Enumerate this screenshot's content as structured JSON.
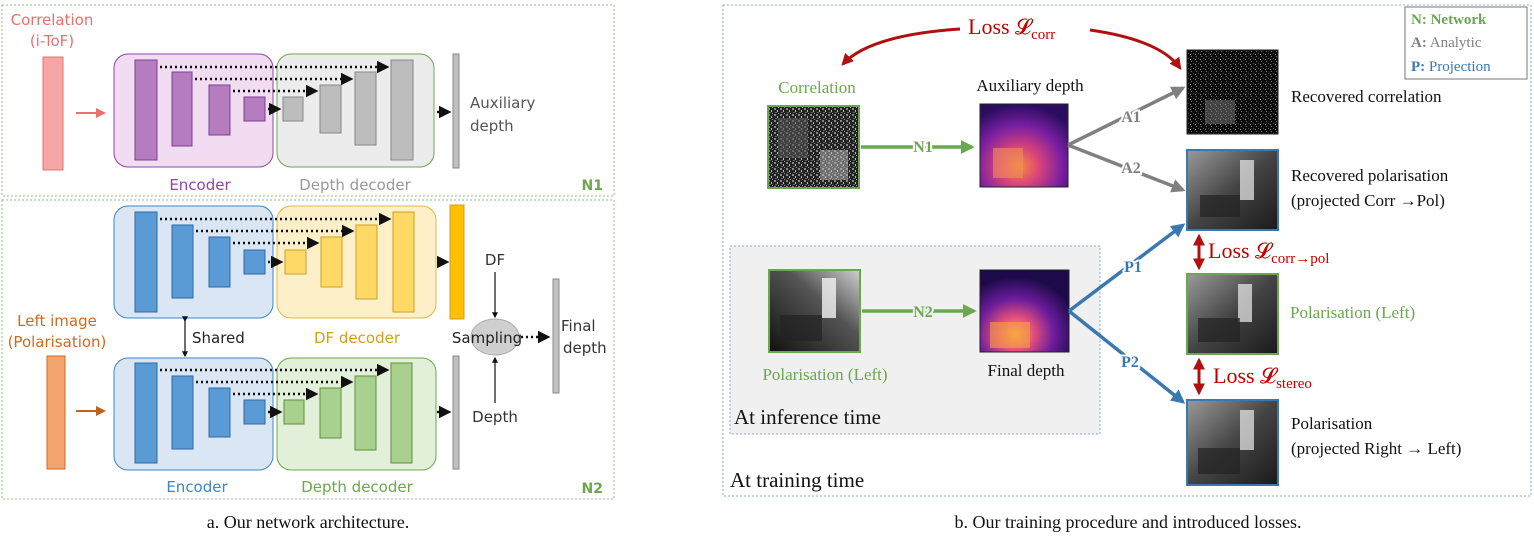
{
  "panel_a": {
    "caption": "a. Our network architecture.",
    "n1": {
      "input_label_1": "Correlation",
      "input_label_2": "(i-ToF)",
      "encoder_label": "Encoder",
      "decoder_label": "Depth decoder",
      "output_label_1": "Auxiliary",
      "output_label_2": "depth",
      "tag": "N1"
    },
    "n2": {
      "input_label_1": "Left image",
      "input_label_2": "(Polarisation)",
      "shared_label": "Shared",
      "df_decoder_label": "DF decoder",
      "encoder_label": "Encoder",
      "decoder_label": "Depth decoder",
      "df_label": "DF",
      "depth_label": "Depth",
      "sampling_label": "Sampling",
      "final_label_1": "Final",
      "final_label_2": "depth",
      "tag": "N2"
    }
  },
  "panel_b": {
    "caption": "b. Our training procedure and introduced losses.",
    "legend": {
      "network_key": "N:",
      "network_text": "Network",
      "analytic_key": "A:",
      "analytic_text": "Analytic",
      "projection_key": "P:",
      "projection_text": "Projection"
    },
    "loss_corr": "Loss 𝓛",
    "loss_corr_sub": "corr",
    "loss_corr_pol": "Loss 𝓛",
    "loss_corr_pol_sub": "corr→pol",
    "loss_stereo": "Loss 𝓛",
    "loss_stereo_sub": "stereo",
    "correlation_label": "Correlation",
    "aux_depth_label": "Auxiliary depth",
    "recovered_corr_label": "Recovered correlation",
    "recovered_pol_label_1": "Recovered polarisation",
    "recovered_pol_label_2": "(projected Corr →Pol)",
    "pol_left_label_right": "Polarisation (Left)",
    "pol_left_label_bottom": "Polarisation (Left)",
    "final_depth_label": "Final depth",
    "pol_proj_label_1": "Polarisation",
    "pol_proj_label_2": "(projected Right → Left)",
    "inference_label": "At inference time",
    "training_label": "At training time",
    "arrows": {
      "n1": "N1",
      "n2": "N2",
      "a1": "A1",
      "a2": "A2",
      "p1": "P1",
      "p2": "P2"
    }
  },
  "colors": {
    "network": "#6aa84f",
    "analytic": "#808080",
    "projection": "#3a78b0",
    "loss": "#c00000",
    "correlation": "#e8706e",
    "polarisation_input": "#d2691e",
    "encoder_n1": "#8e44ad",
    "encoder_n2": "#3d85c6",
    "df_decoder": "#d4a017"
  }
}
